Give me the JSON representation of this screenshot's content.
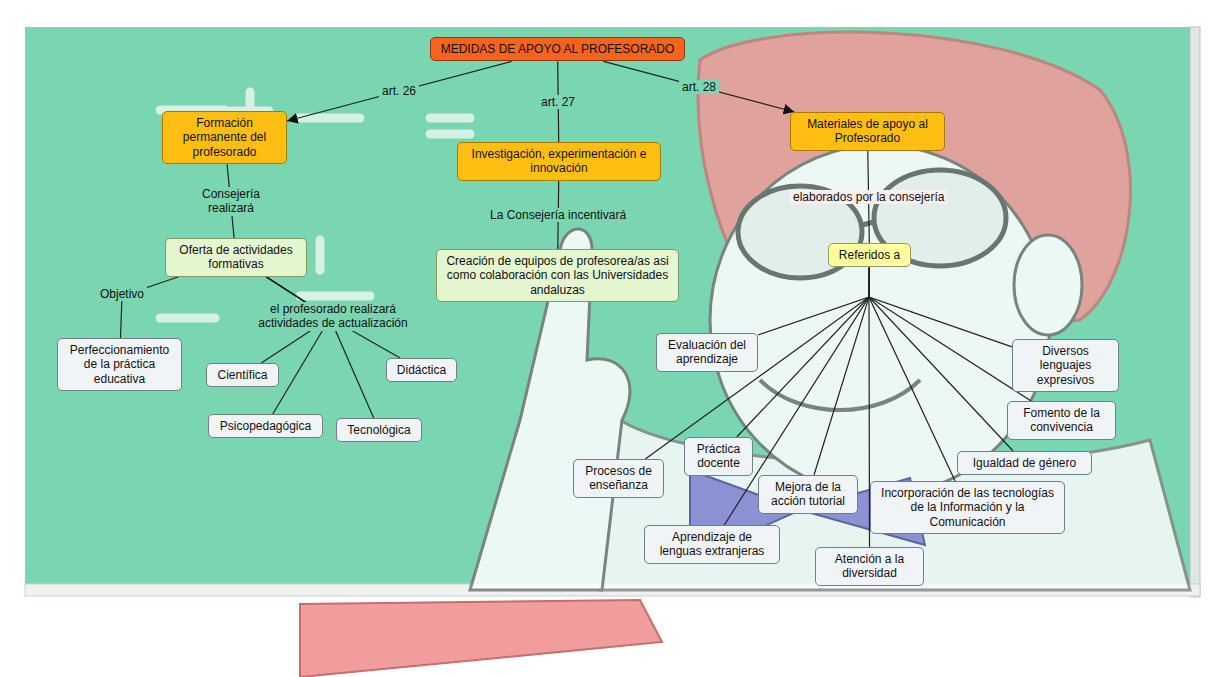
{
  "diagram": {
    "nodes": [
      {
        "text": [
          "MEDIDAS DE APOYO AL PROFESORADO"
        ]
      },
      {
        "text": [
          "Formación permanente del profesorado"
        ]
      },
      {
        "text": [
          "Investigación, experimentación e innovación"
        ]
      },
      {
        "text": [
          "Materiales de apoyo al Profesorado"
        ]
      },
      {
        "text": [
          "Oferta de actividades formativas"
        ]
      },
      {
        "text": [
          "Creación de equipos de profesorea/as asi como colaboración con las Universidades andaluzas"
        ]
      },
      {
        "text": [
          "Referidos a"
        ]
      },
      {
        "text": [
          "Perfeccionamiento de la práctica educativa"
        ]
      },
      {
        "text": [
          "Científica"
        ]
      },
      {
        "text": [
          "Didáctica"
        ]
      },
      {
        "text": [
          "Psicopedagógica"
        ]
      },
      {
        "text": [
          "Tecnológica"
        ]
      },
      {
        "text": [
          "Evaluación del aprendizaje"
        ]
      },
      {
        "text": [
          "Diversos lenguajes expresivos"
        ]
      },
      {
        "text": [
          "Fomento de la convivencia"
        ]
      },
      {
        "text": [
          "Procesos de enseñanza"
        ]
      },
      {
        "text": [
          "Práctica docente"
        ]
      },
      {
        "text": [
          "Mejora de la acción tutorial"
        ]
      },
      {
        "text": [
          "Igualdad de género"
        ]
      },
      {
        "text": [
          "Incorporación de las tecnologías de la Información y la Comunicación"
        ]
      },
      {
        "text": [
          "Aprendizaje de lenguas extranjeras"
        ]
      },
      {
        "text": [
          "Atención a la diversidad"
        ]
      }
    ],
    "edges": [
      {
        "from": 0,
        "to": 1,
        "label": "art. 26",
        "arrow": "to"
      },
      {
        "from": 0,
        "to": 2,
        "label": "art. 27",
        "arrow": "none"
      },
      {
        "from": 0,
        "to": 3,
        "label": "art. 28",
        "arrow": "to"
      },
      {
        "from": 1,
        "to": 4,
        "label": "Consejería realizará",
        "arrow": "none"
      },
      {
        "from": 2,
        "to": 5,
        "label": "La Consejería incentivará",
        "arrow": "none"
      },
      {
        "from": 3,
        "to": 6,
        "label": "elaborados por la consejería",
        "arrow": "none"
      },
      {
        "from": 4,
        "to": 7,
        "label": "Objetivo",
        "arrow": "none"
      },
      {
        "from": 4,
        "to": 8,
        "label": "el profesorado realizará actividades de actualización",
        "arrow": "none"
      },
      {
        "from": 4,
        "to": 9,
        "arrow": "none"
      },
      {
        "from": 4,
        "to": 10,
        "arrow": "none"
      },
      {
        "from": 4,
        "to": 11,
        "arrow": "none"
      },
      {
        "from": 6,
        "to": 12,
        "arrow": "none"
      },
      {
        "from": 6,
        "to": 13,
        "arrow": "none"
      },
      {
        "from": 6,
        "to": 14,
        "arrow": "none"
      },
      {
        "from": 6,
        "to": 15,
        "arrow": "none"
      },
      {
        "from": 6,
        "to": 16,
        "arrow": "none"
      },
      {
        "from": 6,
        "to": 17,
        "arrow": "none"
      },
      {
        "from": 6,
        "to": 18,
        "arrow": "none"
      },
      {
        "from": 6,
        "to": 19,
        "arrow": "none"
      },
      {
        "from": 6,
        "to": 20,
        "arrow": "none"
      },
      {
        "from": 6,
        "to": 21,
        "arrow": "none"
      }
    ]
  }
}
